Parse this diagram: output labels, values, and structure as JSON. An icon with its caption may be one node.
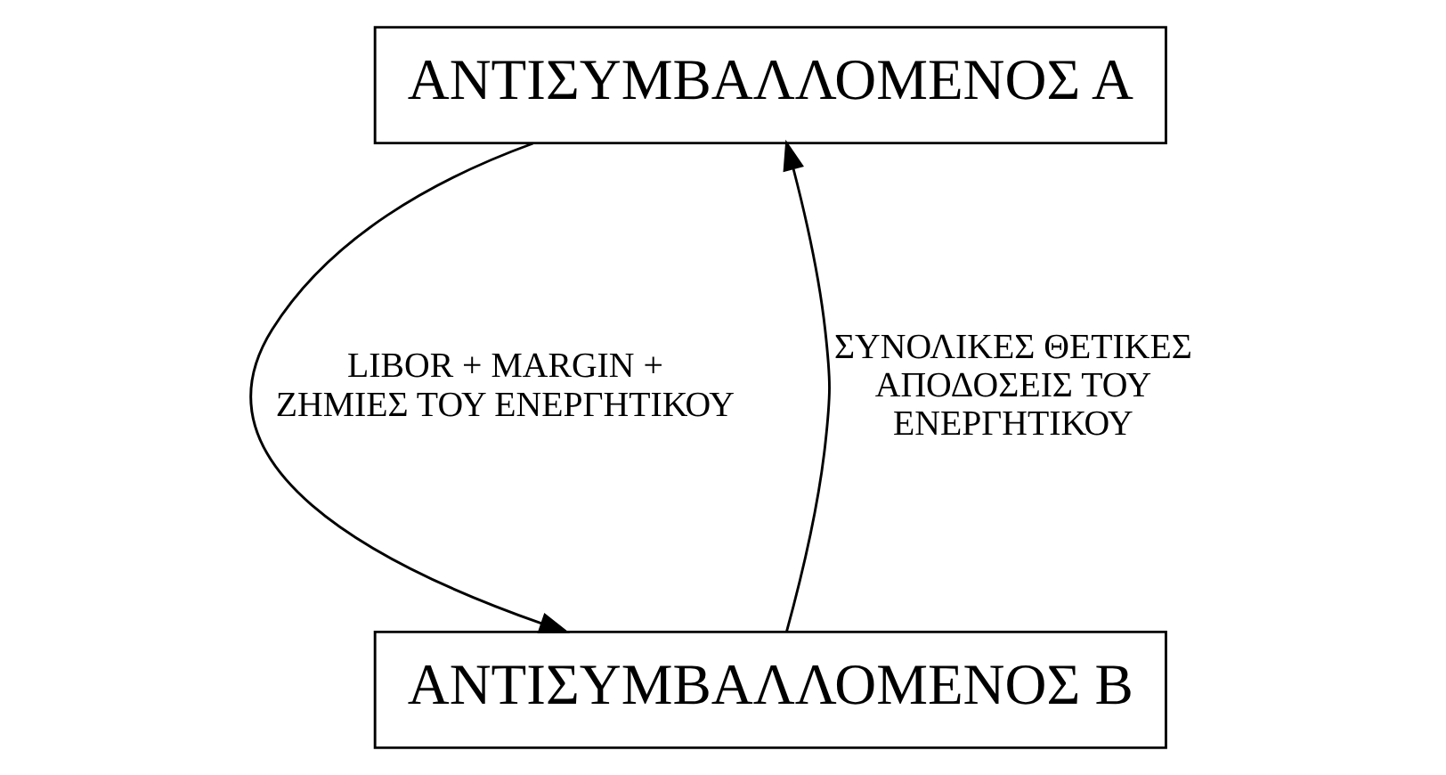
{
  "diagram": {
    "nodes": [
      {
        "text": [
          "ΑΝΤΙΣΥΜΒΑΛΛΟΜΕΝΟΣ Α"
        ]
      },
      {
        "text": [
          "ΑΝΤΙΣΥΜΒΑΛΛΟΜΕΝΟΣ Β"
        ]
      }
    ],
    "edges": [
      {
        "from": 1,
        "to": 0,
        "arrow": "to",
        "label": "ΣΥΝΟΛΙΚΕΣ ΘΕΤΙΚΕΣ ΑΠΟΔΟΣΕΙΣ ΤΟΥ ΕΝΕΡΓΗΤΙΚΟΥ"
      },
      {
        "from": 0,
        "to": 1,
        "arrow": "to",
        "label": "LIBOR + MARGIN + ΖΗΜΙΕΣ ΤΟΥ ΕΝΕΡΓΗΤΙΚΟΥ"
      }
    ]
  }
}
